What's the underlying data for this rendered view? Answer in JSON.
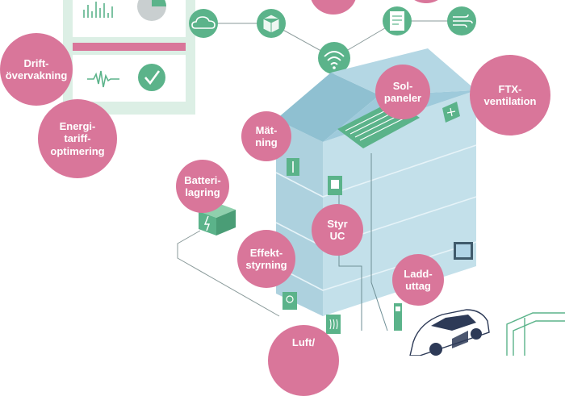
{
  "colors": {
    "bubble": "#d9769a",
    "accent_green": "#5bb38a",
    "house_blue": "#a9cfdc",
    "house_blue_dark": "#7fb3c6",
    "line": "#8a9a9a"
  },
  "bubbles": {
    "driftovervakning": "Drift-\növervakning",
    "energitariff": "Energi-\ntariff-\noptimering",
    "solpaneler": "Sol-\npaneler",
    "ftx": "FTX-\nventilation",
    "matning": "Mät-\nning",
    "batterilagring": "Batteri-\nlagring",
    "styr_uc": "Styr\nUC",
    "effektstyrning": "Effekt-\nstyrning",
    "laddutag": "Ladd-\nuttag",
    "luft": "Luft/"
  },
  "icons": {
    "cloud": "cloud-icon",
    "box": "cube-icon",
    "document": "document-icon",
    "wind": "wind-icon",
    "wifi": "wifi-icon",
    "check": "check-icon",
    "battery": "battery-icon",
    "thermometer": "thermometer-icon",
    "tablet": "tablet-icon",
    "car": "car-icon"
  }
}
